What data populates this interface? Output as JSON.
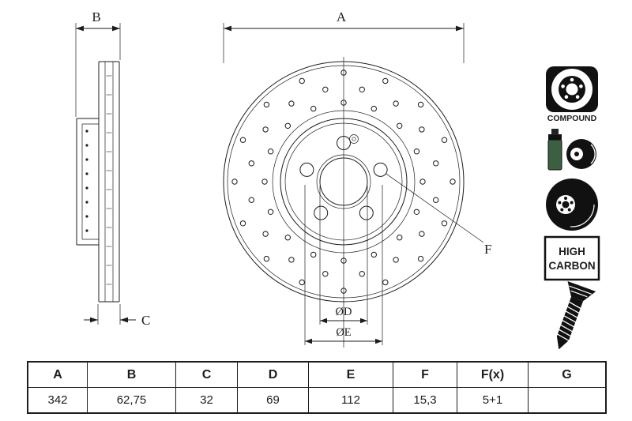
{
  "labels": {
    "a": "A",
    "b": "B",
    "c": "C",
    "d": "ØD",
    "e": "ØE",
    "f": "F"
  },
  "icons": {
    "compound": "COMPOUND",
    "high_carbon_1": "HIGH",
    "high_carbon_2": "CARBON"
  },
  "table": {
    "headers": [
      "A",
      "B",
      "C",
      "D",
      "E",
      "F",
      "F(x)",
      "G"
    ],
    "values": [
      "342",
      "62,75",
      "32",
      "69",
      "112",
      "15,3",
      "5+1",
      ""
    ]
  },
  "colors": {
    "line": "#1d1d1d",
    "spray_can_green": "#3c5f41",
    "icon_black": "#111111"
  }
}
